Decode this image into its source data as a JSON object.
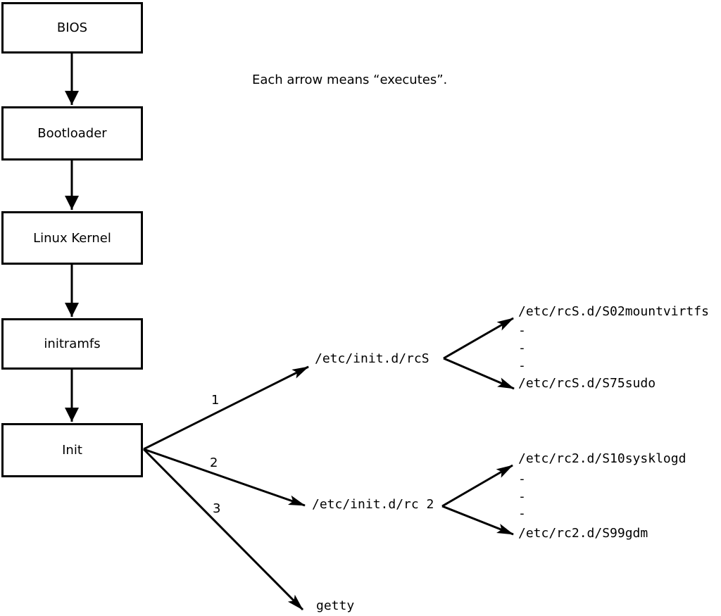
{
  "note": "Each arrow means “executes”.",
  "flow_boxes": [
    {
      "label": "BIOS"
    },
    {
      "label": "Bootloader"
    },
    {
      "label": "Linux Kernel"
    },
    {
      "label": "initramfs"
    },
    {
      "label": "Init"
    }
  ],
  "branches": [
    {
      "number": "1",
      "target": "/etc/init.d/rcS"
    },
    {
      "number": "2",
      "target": "/etc/init.d/rc 2"
    },
    {
      "number": "3",
      "target": "getty"
    }
  ],
  "rcS_scripts": {
    "first": "/etc/rcS.d/S02mountvirtfs",
    "ellipsis": [
      "-",
      "-",
      "-"
    ],
    "last": "/etc/rcS.d/S75sudo"
  },
  "rc2_scripts": {
    "first": "/etc/rc2.d/S10sysklogd",
    "ellipsis": [
      "-",
      "-",
      "-"
    ],
    "last": "/etc/rc2.d/S99gdm"
  },
  "colors": {
    "line": "#000000",
    "box_border": "#000000",
    "box_fill": "#ffffff",
    "text": "#000000",
    "background": "#ffffff"
  }
}
